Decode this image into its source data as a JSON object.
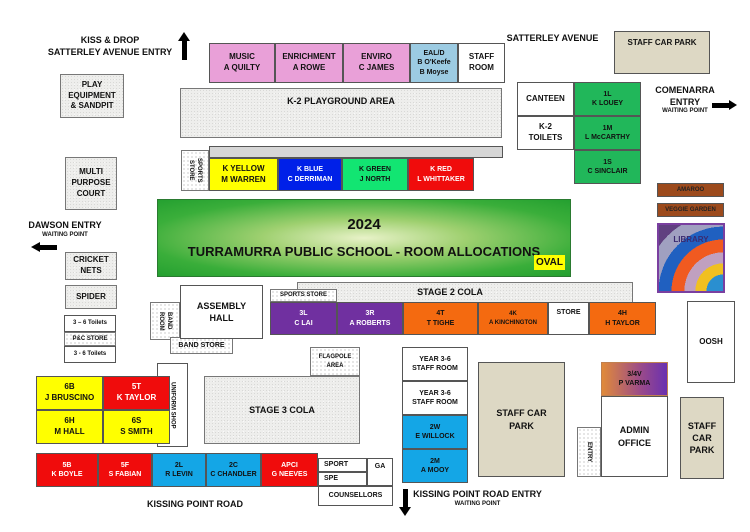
{
  "labels": {
    "kiss_drop": "KISS & DROP",
    "satterley_entry": "SATTERLEY AVENUE ENTRY",
    "satterley_avenue": "SATTERLEY AVENUE",
    "comenarra": "COMENARRA",
    "entry": "ENTRY",
    "waiting_point": "WAITING POINT",
    "dawson_entry": "DAWSON ENTRY",
    "kissing_point_road": "KISSING POINT ROAD",
    "kissing_point_road_entry": "KISSING POINT ROAD ENTRY"
  },
  "banner": {
    "year": "2024",
    "title": "TURRAMURRA PUBLIC SCHOOL - ROOM ALLOCATIONS",
    "oval": "OVAL"
  },
  "rooms": {
    "music": [
      "MUSIC",
      "A QUILTY"
    ],
    "enrichment": [
      "ENRICHMENT",
      "A ROWE"
    ],
    "enviro": [
      "ENVIRO",
      "C JAMES"
    ],
    "eald": [
      "EAL/D",
      "B O'Keefe",
      "B Moyse"
    ],
    "staff_room": [
      "STAFF",
      "ROOM"
    ],
    "staff_car_park_top": [
      "STAFF CAR PARK"
    ],
    "play_equipment": [
      "PLAY",
      "EQUIPMENT",
      "& SANDPIT"
    ],
    "k2_playground": [
      "K-2 PLAYGROUND AREA"
    ],
    "canteen": [
      "CANTEEN"
    ],
    "k2_toilets": [
      "K-2",
      "TOILETS"
    ],
    "r1l": [
      "1L",
      "K LOUEY"
    ],
    "r1m": [
      "1M",
      "L McCARTHY"
    ],
    "r1s": [
      "1S",
      "C SINCLAIR"
    ],
    "sports_store_k": [
      "SPORTS STORE"
    ],
    "kyellow": [
      "K YELLOW",
      "M WARREN"
    ],
    "kblue": [
      "K BLUE",
      "C DERRIMAN"
    ],
    "kgreen": [
      "K GREEN",
      "J NORTH"
    ],
    "kred": [
      "K RED",
      "L WHITTAKER"
    ],
    "multi": [
      "MULTI",
      "PURPOSE",
      "COURT"
    ],
    "amaroo": [
      "AMAROO"
    ],
    "veggie": [
      "VEGGIE GARDEN"
    ],
    "library": [
      "LIBRARY"
    ],
    "cricket": [
      "CRICKET",
      "NETS"
    ],
    "spider": [
      "SPIDER"
    ],
    "assembly": [
      "ASSEMBLY",
      "HALL"
    ],
    "band_room": [
      "BAND ROOM"
    ],
    "band_store": [
      "BAND STORE"
    ],
    "sports_store_3": [
      "SPORTS STORE"
    ],
    "stage2": [
      "STAGE 2 COLA"
    ],
    "r3l": [
      "3L",
      "C LAI"
    ],
    "r3r": [
      "3R",
      "A ROBERTS"
    ],
    "r4t": [
      "4T",
      "T TIGHE"
    ],
    "r4k": [
      "4K",
      "A KINCHINGTON"
    ],
    "store": [
      "STORE"
    ],
    "r4h": [
      "4H",
      "H TAYLOR"
    ],
    "oosh": [
      "OOSH"
    ],
    "toilets1": [
      "3 – 6 Toilets"
    ],
    "pc_store": [
      "P&C STORE"
    ],
    "toilets2": [
      "3 - 6 Toilets"
    ],
    "flagpole": [
      "FLAGPOLE",
      "AREA"
    ],
    "uniform": [
      "UNIFORM SHOP"
    ],
    "r6b": [
      "6B",
      "J BRUSCINO"
    ],
    "r5t": [
      "5T",
      "K TAYLOR"
    ],
    "r6h": [
      "6H",
      "M HALL"
    ],
    "r6s": [
      "6S",
      "S SMITH"
    ],
    "stage3": [
      "STAGE 3 COLA"
    ],
    "y36_staff1": [
      "YEAR 3-6",
      "STAFF ROOM"
    ],
    "y36_staff2": [
      "YEAR 3-6",
      "STAFF ROOM"
    ],
    "r2w": [
      "2W",
      "E WILLOCK"
    ],
    "r2m": [
      "2M",
      "A MOOY"
    ],
    "staff_car_park_mid": [
      "STAFF CAR",
      "PARK"
    ],
    "r34v": [
      "3/4V",
      "P VARMA"
    ],
    "admin": [
      "ADMIN",
      "OFFICE"
    ],
    "entry_small": [
      "ENTRY"
    ],
    "staff_car_park_right": [
      "STAFF",
      "CAR",
      "PARK"
    ],
    "r5b": [
      "5B",
      "K BOYLE"
    ],
    "r5f": [
      "5F",
      "S FABIAN"
    ],
    "r2l": [
      "2L",
      "R LEVIN"
    ],
    "r2c": [
      "2C",
      "C CHANDLER"
    ],
    "apci": [
      "APCI",
      "G NEEVES"
    ],
    "sport": [
      "SPORT"
    ],
    "ga": [
      "GA"
    ],
    "spe": [
      "SPE"
    ],
    "counsellors": [
      "COUNSELLORS"
    ]
  }
}
